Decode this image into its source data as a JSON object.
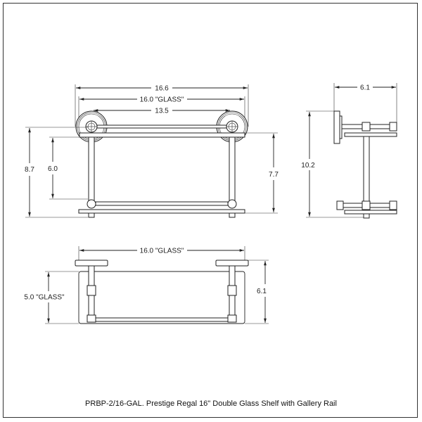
{
  "drawing": {
    "caption": "PRBP-2/16-GAL. Prestige Regal 16\" Double Glass Shelf with Gallery Rail",
    "units": "inches",
    "views": {
      "front": {
        "dimensions": {
          "overall_width": "16.6",
          "glass_width": "16.0 \"GLASS\"",
          "bracket_center": "13.5",
          "overall_height": "8.7",
          "shelf_spacing": "6.0",
          "mount_to_bottom": "7.7"
        }
      },
      "side": {
        "dimensions": {
          "depth": "6.1",
          "height": "10.2"
        }
      },
      "top": {
        "dimensions": {
          "glass_width": "16.0 \"GLASS\"",
          "glass_depth": "5.0 \"GLASS\"",
          "overall_depth": "6.1"
        }
      }
    },
    "colors": {
      "line": "#222222",
      "background": "#ffffff"
    }
  }
}
